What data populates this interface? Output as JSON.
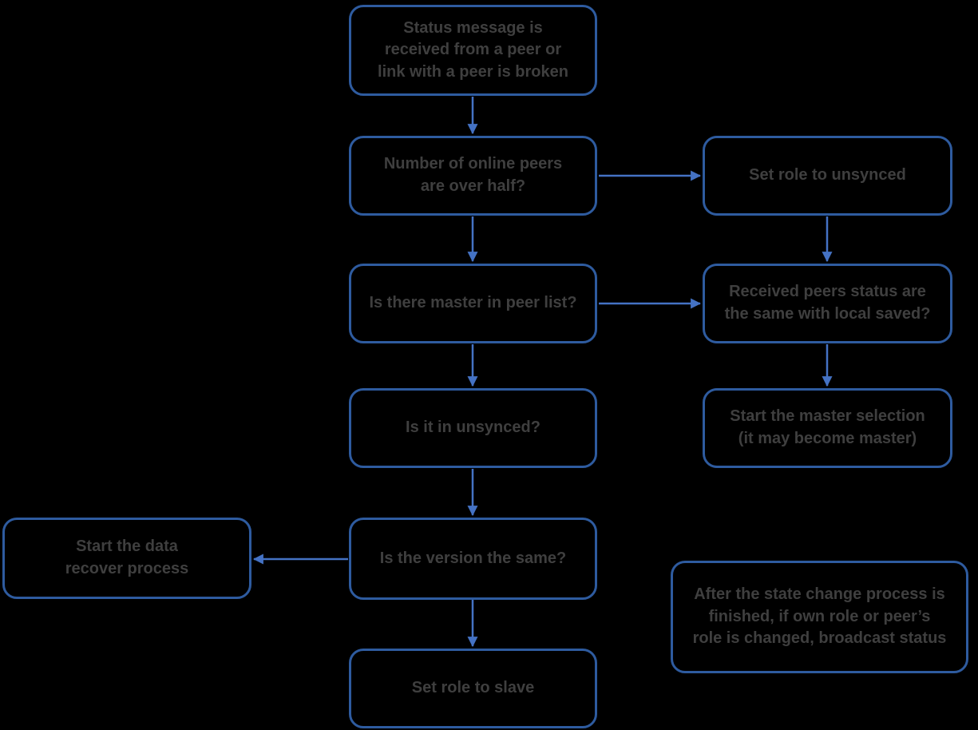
{
  "diagram": {
    "type": "flowchart",
    "colors": {
      "bg_color": "#000000",
      "border_color": "#2e5b9f",
      "arrow_color": "#4472c4",
      "text_color": "#3f3f3f"
    },
    "nodes": [
      {
        "id": "status-received",
        "lines": [
          "Status message is",
          "received from a peer or",
          "link with a peer is broken"
        ]
      },
      {
        "id": "peers-over-half",
        "lines": [
          "Number of online peers",
          "are over half?"
        ]
      },
      {
        "id": "set-role-unsynced",
        "lines": [
          "Set role to unsynced"
        ]
      },
      {
        "id": "master-in-peer-list",
        "lines": [
          "Is there master in peer list?"
        ]
      },
      {
        "id": "peers-status-same",
        "lines": [
          "Received peers status are",
          "the same with local saved?"
        ]
      },
      {
        "id": "is-in-unsynced",
        "lines": [
          "Is it in unsynced?"
        ]
      },
      {
        "id": "master-selection",
        "lines": [
          "Start the master selection",
          "(it may become master)"
        ]
      },
      {
        "id": "data-recover",
        "lines": [
          "Start the data",
          "recover process"
        ]
      },
      {
        "id": "version-same",
        "lines": [
          "Is the version the same?"
        ]
      },
      {
        "id": "note-broadcast",
        "lines": [
          "After the state change process is",
          "finished, if own role or peer’s",
          "role is changed, broadcast status"
        ]
      },
      {
        "id": "set-role-slave",
        "lines": [
          "Set role to slave"
        ]
      }
    ],
    "edges": [
      {
        "from": "status-received",
        "to": "peers-over-half"
      },
      {
        "from": "peers-over-half",
        "to": "set-role-unsynced"
      },
      {
        "from": "peers-over-half",
        "to": "master-in-peer-list"
      },
      {
        "from": "set-role-unsynced",
        "to": "peers-status-same"
      },
      {
        "from": "master-in-peer-list",
        "to": "peers-status-same"
      },
      {
        "from": "master-in-peer-list",
        "to": "is-in-unsynced"
      },
      {
        "from": "peers-status-same",
        "to": "master-selection"
      },
      {
        "from": "is-in-unsynced",
        "to": "version-same"
      },
      {
        "from": "version-same",
        "to": "data-recover"
      },
      {
        "from": "version-same",
        "to": "set-role-slave"
      }
    ]
  }
}
